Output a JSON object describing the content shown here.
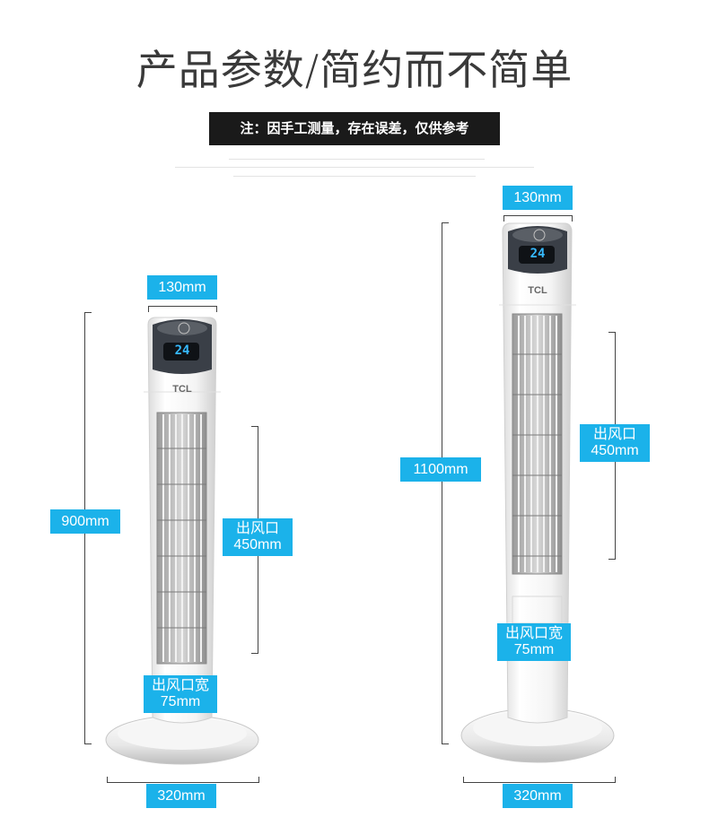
{
  "header": {
    "title": "产品参数/简约而不简单",
    "note": "注：因手工测量，存在误差，仅供参考"
  },
  "brand": "TCL",
  "display_reading": "24",
  "fan_left": {
    "top_width": "130mm",
    "height": "900mm",
    "outlet_label": "出风口",
    "outlet_height": "450mm",
    "outlet_width_label": "出风口宽",
    "outlet_width": "75mm",
    "base_width": "320mm"
  },
  "fan_right": {
    "top_width": "130mm",
    "height": "1100mm",
    "outlet_label": "出风口",
    "outlet_height": "450mm",
    "outlet_width_label": "出风口宽",
    "outlet_width": "75mm",
    "base_width": "320mm"
  },
  "colors": {
    "accent": "#1bb2ea",
    "note_bg": "#1a1a1a",
    "title": "#3a3a3a"
  }
}
